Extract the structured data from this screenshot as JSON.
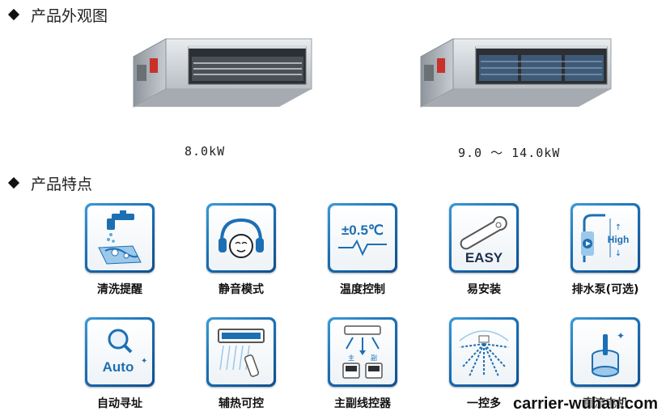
{
  "sections": {
    "appearance_title": "产品外观图",
    "features_title": "产品特点"
  },
  "products": [
    {
      "caption": "8.0kW"
    },
    {
      "caption": "9.0 ～ 14.0kW"
    }
  ],
  "features": [
    {
      "label": "清洗提醒",
      "icon": "faucet-wash-icon"
    },
    {
      "label": "静音模式",
      "icon": "headphones-face-icon"
    },
    {
      "label": "温度控制",
      "icon": "temperature-icon",
      "icon_text": "±0.5℃"
    },
    {
      "label": "易安装",
      "icon": "wrench-icon",
      "icon_text": "EASY"
    },
    {
      "label": "排水泵(可选)",
      "icon": "drain-pump-icon",
      "icon_text": "High"
    },
    {
      "label": "自动寻址",
      "icon": "search-auto-icon",
      "icon_text": "Auto"
    },
    {
      "label": "辅热可控",
      "icon": "aux-heat-icon"
    },
    {
      "label": "主副线控器",
      "icon": "dual-controller-icon",
      "icon_text_1": "主",
      "icon_text_2": "副"
    },
    {
      "label": "一控多",
      "icon": "multi-control-icon"
    },
    {
      "label": "直流电机",
      "icon": "dc-motor-icon"
    }
  ],
  "watermark": "carrier-wuhan.com"
}
